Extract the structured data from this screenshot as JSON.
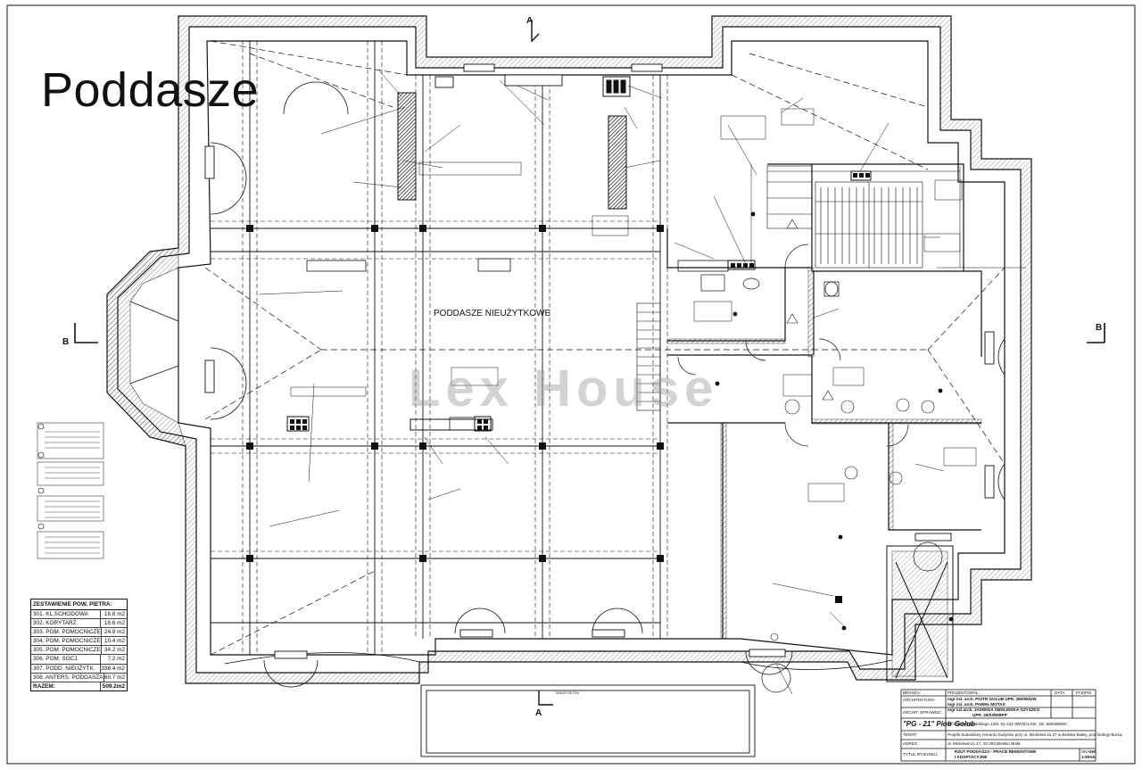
{
  "page_title": "Poddasze",
  "watermark": "Lex House",
  "room_label": "PODDASZE NIEUŻYTKOWE",
  "section_marks": {
    "top": "A",
    "bottom": "A",
    "left": "B",
    "right": "B"
  },
  "bottom_annotation": "TARAS PIETRA",
  "summary": {
    "header": "ZESTAWIENIE POW. PIETRA:",
    "rows": [
      {
        "name": "301. KL.SCHODOWA",
        "value": "16.8 m2"
      },
      {
        "name": "302. KORYTARZ",
        "value": "16.6 m2"
      },
      {
        "name": "303. POM. POMOCNICZE",
        "value": "24.9 m2"
      },
      {
        "name": "304. POM. POMOCNICZE",
        "value": "10.4 m2"
      },
      {
        "name": "305. POM. POMOCNICZE",
        "value": "34.2 m2"
      },
      {
        "name": "306. POM. SOCJ.",
        "value": "7.2 m2"
      },
      {
        "name": "307. PODD. NIEUŻYTK.",
        "value": "338.4 m2"
      },
      {
        "name": "308. ANTERS. PODDASZA",
        "value": "60.7 m2"
      }
    ],
    "total_label": "RAZEM:",
    "total_value": "509.2m2"
  },
  "title_block": {
    "branza_label": "BRANŻA:",
    "branza_value": "ARCHITEKTURA",
    "projektowal_label": "PROJEKTOWAŁ:",
    "projektant_1": "mgr inż. arch. PIOTR GOLUB  UPR. 280/85/UW",
    "projektant_2": "mgr inż. arch. PAWEŁ MOTAS",
    "data_label": "DATA",
    "podpis_label": "PODPIS",
    "sprawdzil_label": "ARCHIT. SPRAWDZ.:",
    "sprawdzil_value": "mgr inż.arch. JADWIGA SMOLIŃSKA-SZYSZKO",
    "sprawdzil_upr": "UPR. 25/03/WBPP",
    "firma": "\"PG - 21\" Piotr Golub",
    "firma_adres": "ul. Józefa Piłsudskiego 13/8, 51-152 WROCŁAW , tel. 660369000",
    "temat_label": "TEMAT:",
    "temat_value": "Projekt budowlany remontu budynku przy ul. Mickiewicza 27 w Bielsku-Białej, pod funkcję Bursa.",
    "adres_label": "ADRES:",
    "adres_value": "ul. Mickiewicza 27, 43-300 Bielsko Biała",
    "tytul_label": "TYTUŁ RYSUNKU:",
    "tytul_value_1": "RZUT PODDASZA - PRACE REMONTOWE",
    "tytul_value_2": "I ADAPTACYJNE",
    "skala_label": "SKALA:",
    "skala_value": "1:50",
    "nr_label": "NR:",
    "nr_value": "A6."
  },
  "colors": {
    "line": "#111111",
    "hatch": "#222222",
    "watermark": "#969696"
  }
}
